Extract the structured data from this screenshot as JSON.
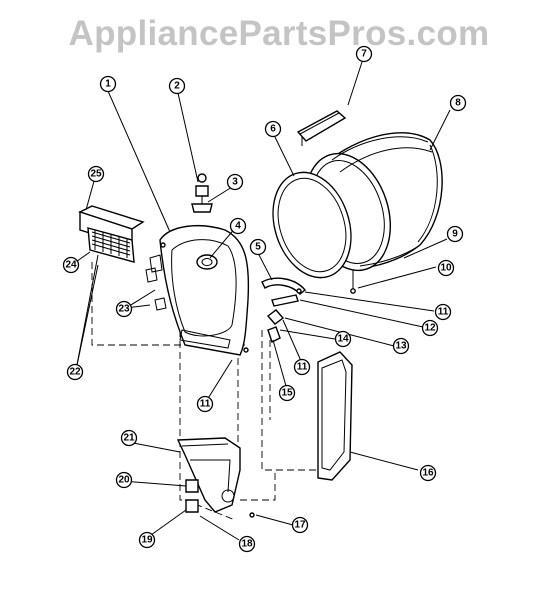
{
  "watermark": "AppliancePartsPros.com",
  "callouts": [
    {
      "label": "1"
    },
    {
      "label": "2"
    },
    {
      "label": "3"
    },
    {
      "label": "4"
    },
    {
      "label": "5"
    },
    {
      "label": "6"
    },
    {
      "label": "7"
    },
    {
      "label": "8"
    },
    {
      "label": "9"
    },
    {
      "label": "10"
    },
    {
      "label": "11"
    },
    {
      "label": "12"
    },
    {
      "label": "13"
    },
    {
      "label": "14"
    },
    {
      "label": "11"
    },
    {
      "label": "15"
    },
    {
      "label": "16"
    },
    {
      "label": "17"
    },
    {
      "label": "18"
    },
    {
      "label": "19"
    },
    {
      "label": "20"
    },
    {
      "label": "21"
    },
    {
      "label": "11"
    },
    {
      "label": "22"
    },
    {
      "label": "23"
    },
    {
      "label": "24"
    },
    {
      "label": "25"
    }
  ]
}
